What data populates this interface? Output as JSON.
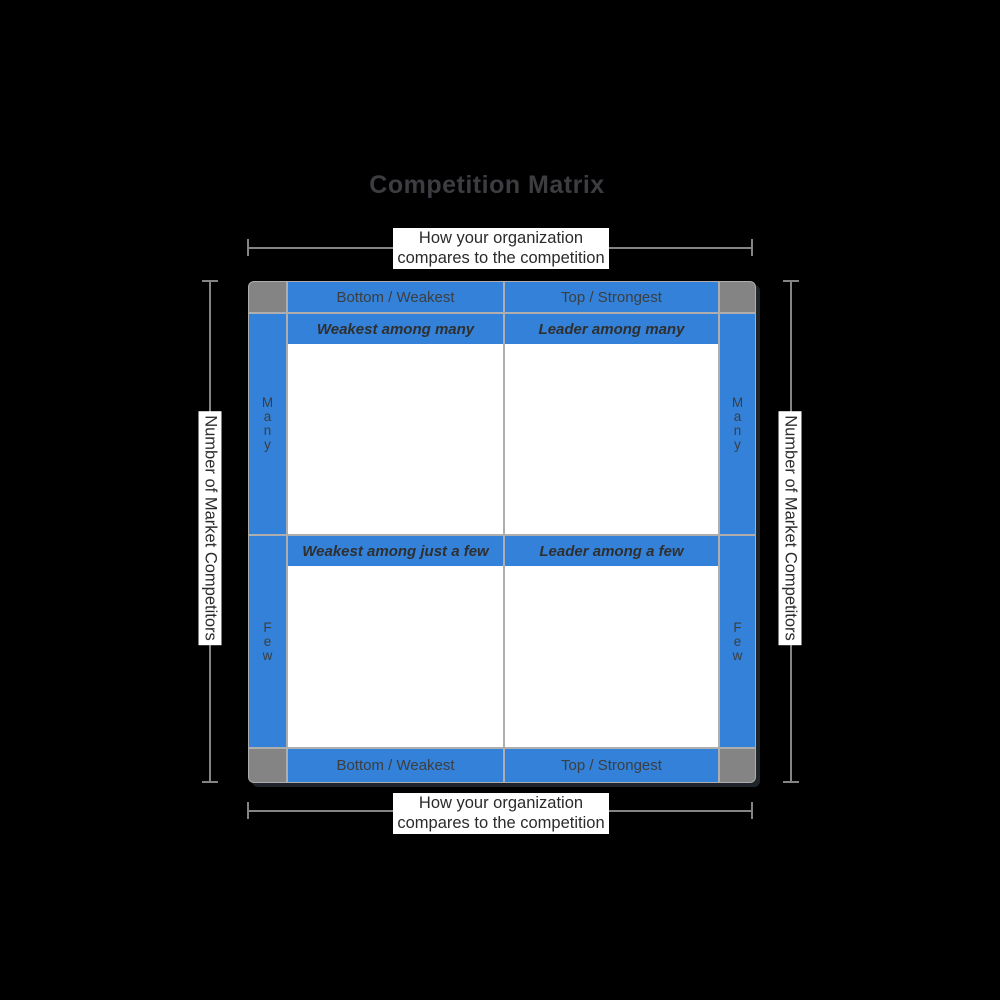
{
  "title": "Competition Matrix",
  "colors": {
    "background": "#000000",
    "matrix_blue": "#3381d8",
    "corner_gray": "#848484",
    "grid_line": "#aeaeae",
    "dimension_line": "#848484",
    "title_text": "#3d3d41",
    "cell_text": "#3c3e40",
    "quadrant_title_text": "#2f2f2f",
    "label_text": "#2b2b2b",
    "label_background": "#ffffff",
    "quadrant_background": "#ffffff"
  },
  "axes": {
    "horizontal": {
      "label": "How your organization compares to the competition"
    },
    "vertical": {
      "label": "Number of Market Competitors"
    }
  },
  "matrix": {
    "column_headers": [
      "Bottom / Weakest",
      "Top / Strongest"
    ],
    "column_footers": [
      "Bottom / Weakest",
      "Top / Strongest"
    ],
    "row_headers": [
      "Many",
      "Few"
    ],
    "quadrants": [
      {
        "title": "Weakest among many"
      },
      {
        "title": "Leader among many"
      },
      {
        "title": "Weakest among just a few"
      },
      {
        "title": "Leader among a few"
      }
    ]
  }
}
